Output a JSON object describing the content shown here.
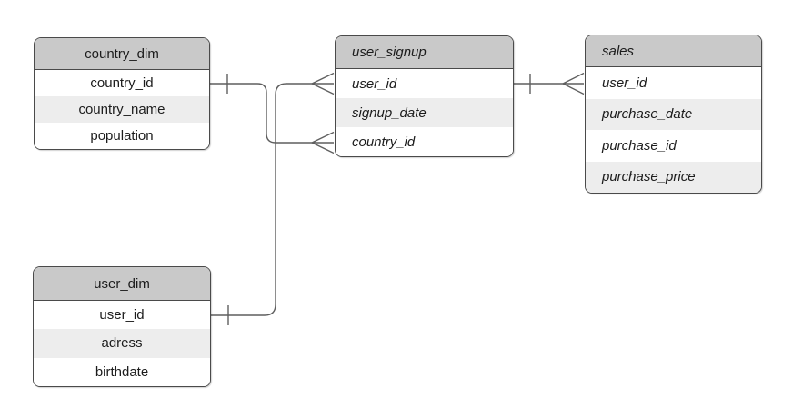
{
  "diagram": {
    "type": "entity-relationship",
    "entities": [
      {
        "name": "country_dim",
        "style": "dimension",
        "fields": [
          "country_id",
          "country_name",
          "population"
        ]
      },
      {
        "name": "user_dim",
        "style": "dimension",
        "fields": [
          "user_id",
          "adress",
          "birthdate"
        ]
      },
      {
        "name": "user_signup",
        "style": "fact",
        "fields": [
          "user_id",
          "signup_date",
          "country_id"
        ]
      },
      {
        "name": "sales",
        "style": "fact",
        "fields": [
          "user_id",
          "purchase_date",
          "purchase_id",
          "purchase_price"
        ]
      }
    ],
    "relationships": [
      {
        "from": "country_dim.country_id",
        "to": "user_signup.country_id",
        "from_cardinality": "one",
        "to_cardinality": "many"
      },
      {
        "from": "user_dim.user_id",
        "to": "user_signup.user_id",
        "from_cardinality": "one",
        "to_cardinality": "many"
      },
      {
        "from": "user_signup.user_id",
        "to": "sales.user_id",
        "from_cardinality": "one",
        "to_cardinality": "many"
      }
    ],
    "colors": {
      "header_fill": "#c9c9c9",
      "row_fill": "#ffffff",
      "row_alt_fill": "#ededed",
      "border": "#4a4a4a",
      "connector": "#5f5f5f",
      "text": "#1c1c1c",
      "background": "#ffffff"
    }
  }
}
